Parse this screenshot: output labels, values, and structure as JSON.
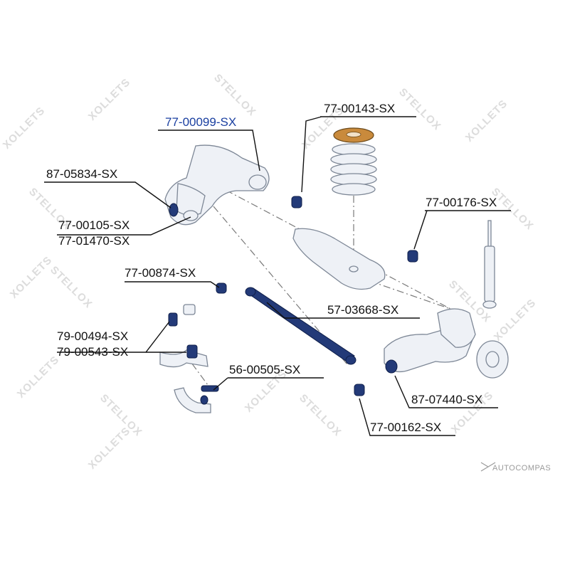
{
  "labels": {
    "l_77_00099": "77-00099-SX",
    "l_87_05834": "87-05834-SX",
    "l_77_00105": "77-00105-SX",
    "l_77_01470": "77-01470-SX",
    "l_77_00143": "77-00143-SX",
    "l_77_00176": "77-00176-SX",
    "l_77_00874": "77-00874-SX",
    "l_57_03668": "57-03668-SX",
    "l_79_00494": "79-00494-SX",
    "l_79_00543": "79-00543-SX",
    "l_56_00505": "56-00505-SX",
    "l_87_07440": "87-07440-SX",
    "l_77_00162": "77-00162-SX"
  },
  "watermark": {
    "brand": "STELLOX",
    "brand_reversed": "XOLLETS"
  },
  "footer": {
    "source": "AUTOCOMPAS"
  },
  "colors": {
    "highlight_label": "#1a3fa0",
    "part_dark": "#233a78",
    "spring_pad": "#c98a3c"
  }
}
